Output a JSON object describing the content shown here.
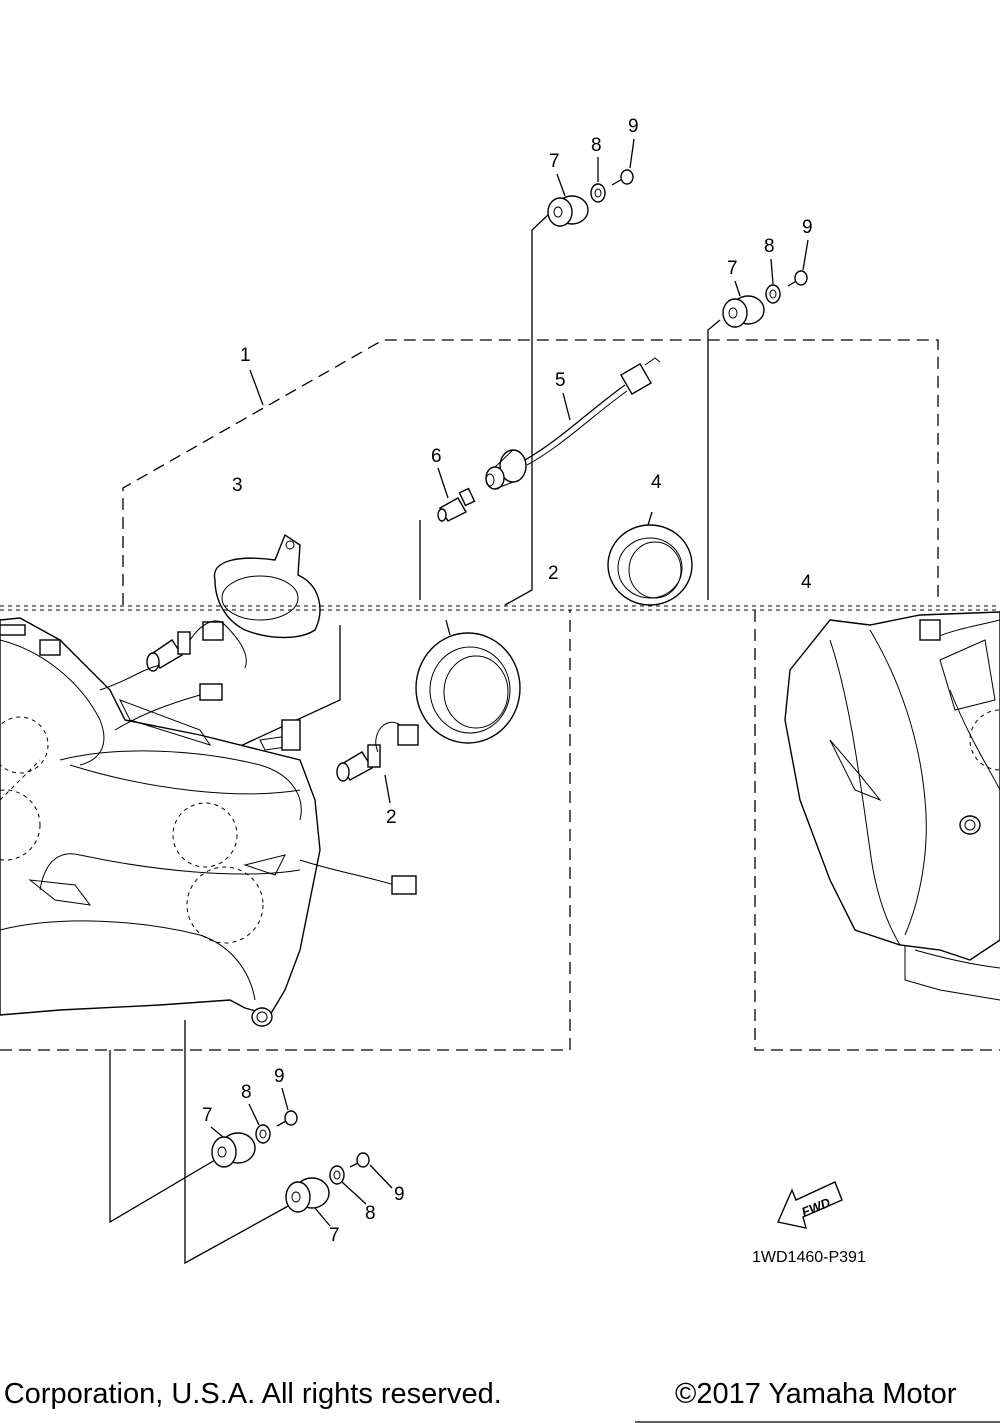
{
  "diagram": {
    "part_numbers": {
      "p1": "1",
      "p2a": "2",
      "p2b": "2",
      "p3": "3",
      "p4a": "4",
      "p4b": "4",
      "p5": "5",
      "p6": "6",
      "p7a": "7",
      "p8a": "8",
      "p9a": "9",
      "p7b": "7",
      "p8b": "8",
      "p9b": "9",
      "p7c": "7",
      "p8c": "8",
      "p9c": "9",
      "p7d": "7",
      "p8d": "8",
      "p9d": "9"
    },
    "fwd_label": "FWD",
    "diagram_code": "1WD1460-P391"
  },
  "footer": {
    "copyright_left": "r Corporation, U.S.A. All rights reserved.",
    "copyright_right": "©2017 Yamaha Motor"
  }
}
